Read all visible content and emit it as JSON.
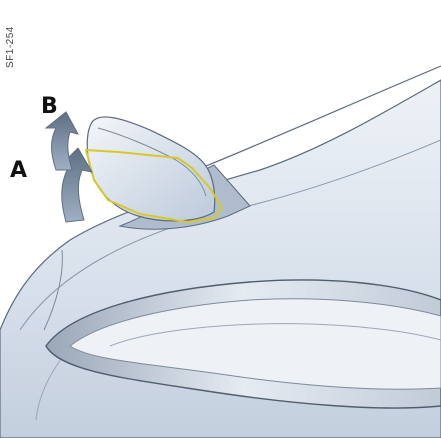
{
  "figure": {
    "code": "SF1-254",
    "callouts": {
      "a": "A",
      "b": "B"
    },
    "parts": {
      "body_panel": "car-body",
      "spoiler": "rear-spoiler",
      "headlight": "light-unit"
    },
    "colors": {
      "body": "#dfe6ef",
      "body_shadow": "#b9c6d6",
      "outline": "#5c6b7d",
      "highlight": "#d8c82a",
      "arrow": "#6d7f93"
    },
    "icons": {
      "arrow_a": "curved-arrow-up",
      "arrow_b": "curved-arrow-up"
    }
  }
}
